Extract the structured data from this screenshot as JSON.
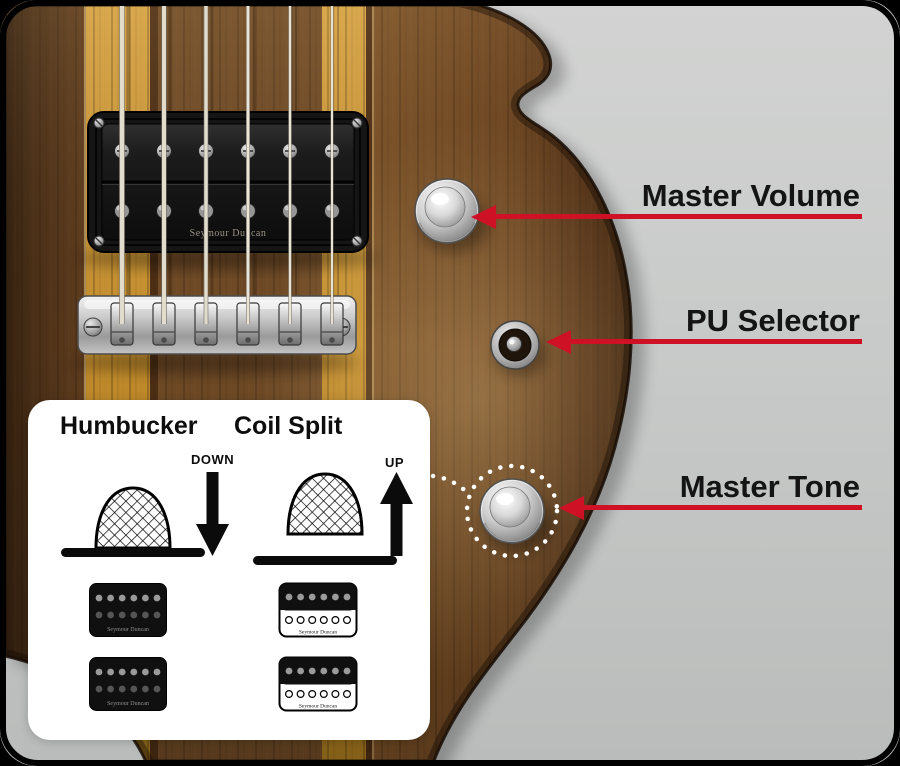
{
  "callouts": {
    "master_volume": "Master Volume",
    "pu_selector": "PU Selector",
    "master_tone": "Master Tone"
  },
  "panel": {
    "humbucker_title": "Humbucker",
    "coil_split_title": "Coil Split",
    "down_label": "DOWN",
    "up_label": "UP"
  },
  "pickup_brand": "Seymour Duncan",
  "colors": {
    "arrow_red": "#cf1126",
    "background_gray": "#c7c9c8",
    "panel_white": "#ffffff",
    "body_wood_brown": "#7d5429",
    "stripe_amber": "#c28c2b",
    "frame_black": "#000000"
  }
}
